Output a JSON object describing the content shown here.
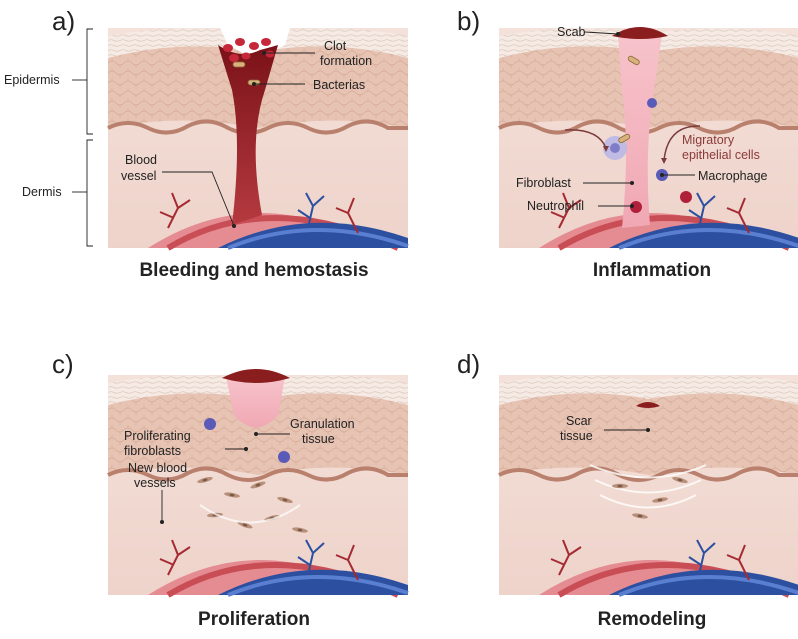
{
  "side_labels": {
    "epidermis": "Epidermis",
    "dermis": "Dermis"
  },
  "panels": [
    {
      "letter": "a)",
      "title": "Bleeding and hemostasis",
      "labels": {
        "clot_1": "Clot",
        "clot_2": "formation",
        "bacterias": "Bacterias",
        "blood_1": "Blood",
        "blood_2": "vessel"
      }
    },
    {
      "letter": "b)",
      "title": "Inflammation",
      "labels": {
        "scab": "Scab",
        "migratory_1": "Migratory",
        "migratory_2": "epithelial cells",
        "fibroblast": "Fibroblast",
        "macrophage": "Macrophage",
        "neutrophil": "Neutrophil"
      }
    },
    {
      "letter": "c)",
      "title": "Proliferation",
      "labels": {
        "granulation_1": "Granulation",
        "granulation_2": "tissue",
        "prolif_1": "Proliferating",
        "prolif_2": "fibroblasts",
        "newblood_1": "New blood",
        "newblood_2": "vessels"
      }
    },
    {
      "letter": "d)",
      "title": "Remodeling",
      "labels": {
        "scar_1": "Scar",
        "scar_2": "tissue"
      }
    }
  ],
  "colors": {
    "dermis": "#f1d9d0",
    "epidermis": "#e6c3b3",
    "stratum": "#f5ebe4",
    "blood": "#8d1f24",
    "scab": "#8a1e1e",
    "vein": "#2c4fa0",
    "artery": "#c94d55",
    "granulation": "#f2b8c0",
    "migratory_text": "#8a3a3a"
  }
}
